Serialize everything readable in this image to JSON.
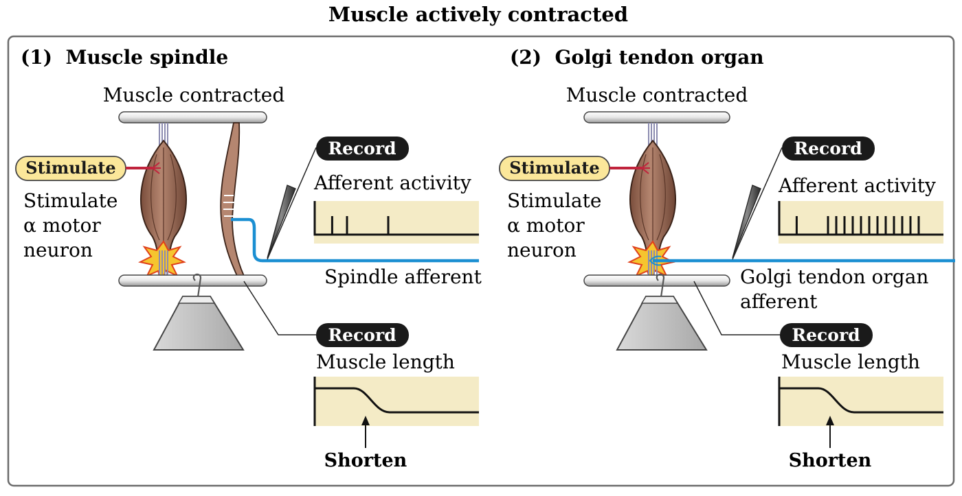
{
  "title": "Muscle actively contracted",
  "colors": {
    "frame": "#6b6b6b",
    "trace_bg": "#f4ebc6",
    "afferent_blue": "#1b8fd2",
    "motor_red": "#c0243c",
    "stimulate_pill": "#fbe79a",
    "record_pill": "#1a1a1a",
    "muscle": "#a0705a",
    "weight": "#c8c8c8"
  },
  "panels": [
    {
      "heading": "(1)  Muscle spindle",
      "muscle_label": "Muscle contracted",
      "stimulate_button": "Stimulate",
      "stimulate_desc": [
        "Stimulate",
        "α motor",
        "neuron"
      ],
      "record_top": "Record",
      "afferent_title": "Afferent activity",
      "afferent_label": [
        "Spindle afferent"
      ],
      "record_bottom": "Record",
      "length_title": "Muscle length",
      "shorten_label": "Shorten",
      "spike_count": 3,
      "spike_times": [
        0.11,
        0.2,
        0.45
      ]
    },
    {
      "heading": "(2)  Golgi tendon organ",
      "muscle_label": "Muscle contracted",
      "stimulate_button": "Stimulate",
      "stimulate_desc": [
        "Stimulate",
        "α motor",
        "neuron"
      ],
      "record_top": "Record",
      "afferent_title": "Afferent activity",
      "afferent_label": [
        "Golgi tendon organ",
        "afferent"
      ],
      "record_bottom": "Record",
      "length_title": "Muscle length",
      "shorten_label": "Shorten",
      "spike_count": 13,
      "spike_times": [
        0.11,
        0.3,
        0.35,
        0.4,
        0.45,
        0.5,
        0.55,
        0.6,
        0.65,
        0.7,
        0.75,
        0.8,
        0.85
      ]
    }
  ]
}
